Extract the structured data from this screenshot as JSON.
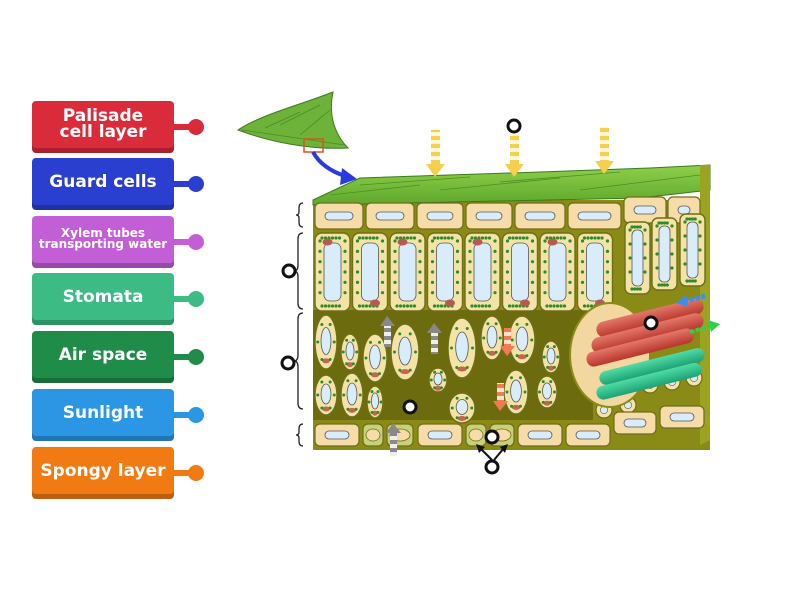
{
  "activity": "Labelled diagram - leaf cross-section",
  "labels": [
    {
      "id": "palisade",
      "text": "Palisade cell layer",
      "lines": [
        "Palisade",
        "cell layer"
      ],
      "color": "#d92b3a",
      "size": "big"
    },
    {
      "id": "guard",
      "text": "Guard cells",
      "lines": [
        "Guard cells"
      ],
      "color": "#2a3fd0",
      "size": "big"
    },
    {
      "id": "xylem",
      "text": "Xylem tubes transporting water",
      "lines": [
        "Xylem tubes",
        "transporting water"
      ],
      "color": "#c35fd6",
      "size": "small"
    },
    {
      "id": "stomata",
      "text": "Stomata",
      "lines": [
        "Stomata"
      ],
      "color": "#3dbb85",
      "size": "big"
    },
    {
      "id": "airspace",
      "text": "Air space",
      "lines": [
        "Air space"
      ],
      "color": "#1f8c4a",
      "size": "big"
    },
    {
      "id": "sunlight",
      "text": "Sunlight",
      "lines": [
        "Sunlight"
      ],
      "color": "#2a96e4",
      "size": "big"
    },
    {
      "id": "spongy",
      "text": "Spongy layer",
      "lines": [
        "Spongy layer"
      ],
      "color": "#f27a12",
      "size": "big"
    }
  ],
  "drop_targets": [
    {
      "name": "target-sunlight"
    },
    {
      "name": "target-palisade-layer"
    },
    {
      "name": "target-spongy-layer"
    },
    {
      "name": "target-xylem"
    },
    {
      "name": "target-air-space"
    },
    {
      "name": "target-stomata"
    },
    {
      "name": "target-guard-cells"
    }
  ]
}
